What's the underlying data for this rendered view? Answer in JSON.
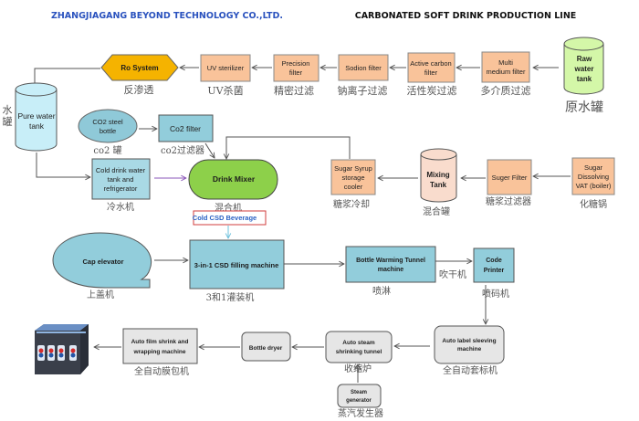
{
  "header": {
    "company": "ZHANGJIAGANG BEYOND TECHNOLOGY CO.,LTD.",
    "title": "CARBONATED SOFT DRINK PRODUCTION LINE"
  },
  "colors": {
    "company": "#2a52be",
    "filter_box": "#f9c39a",
    "ro_system": "#f5b300",
    "teal_box": "#92cddb",
    "drink_mixer": "#8dd04a",
    "raw_tank": "#d4f7a8",
    "pure_tank": "#c8eef8",
    "mixing_tank": "#f9dccd",
    "gray_box": "#e6e6e6",
    "highlight_border": "#d23c3c",
    "highlight_text": "#2a62c4"
  },
  "water_line": {
    "raw_tank": {
      "label": [
        "Raw",
        "water",
        "tank"
      ],
      "cn": "原水罐"
    },
    "multi_medium": {
      "label": [
        "Multi",
        "medium filter"
      ],
      "cn": "多介质过滤"
    },
    "active_carbon": {
      "label": [
        "Active carbon",
        "filter"
      ],
      "cn": "活性炭过滤"
    },
    "sodion": {
      "label": [
        "Sodion filter"
      ],
      "cn": "钠离子过滤"
    },
    "precision": {
      "label": [
        "Precision",
        "filter"
      ],
      "cn": "精密过滤"
    },
    "uv": {
      "label": [
        "UV sterilizer"
      ],
      "cn": "UV杀菌"
    },
    "ro": {
      "label": [
        "Ro System"
      ],
      "cn": "反渗透"
    },
    "pure_tank": {
      "label": [
        "Pure water",
        "tank"
      ],
      "cn": [
        "水",
        "罐"
      ]
    }
  },
  "mixing": {
    "co2_bottle": {
      "label": [
        "CO2 steel",
        "bottle"
      ],
      "cn": "co2 罐"
    },
    "co2_filter": {
      "label": [
        "Co2 filter"
      ],
      "cn": "co2过滤器"
    },
    "cold_water": {
      "label": [
        "Cold drink water",
        "tank and",
        "refrigerator"
      ],
      "cn": "冷水机"
    },
    "drink_mixer": {
      "label": [
        "Drink Mixer"
      ],
      "cn": "混合机"
    },
    "cold_csd": "Cold CSD Beverage"
  },
  "sugar_line": {
    "sugar_vat": {
      "label": [
        "Sugar",
        "Dissolving",
        "VAT (boiler)"
      ],
      "cn": "化糖锅"
    },
    "sugar_filter": {
      "label": [
        "Suger Filter"
      ],
      "cn": "糖浆过滤器"
    },
    "mixing_tank": {
      "label": [
        "Mixing",
        "Tank"
      ],
      "cn": "混合罐"
    },
    "syrup_cooler": {
      "label": [
        "Sugar Syrup",
        "storage",
        "cooler"
      ],
      "cn": "糖浆冷却"
    }
  },
  "filling_line": {
    "cap_elevator": {
      "label": [
        "Cap elevator"
      ],
      "cn": "上盖机"
    },
    "filling": {
      "label": [
        "3-in-1 CSD filling machine"
      ],
      "cn": "3和1灌装机"
    },
    "warming": {
      "label": [
        "Bottle Warming   Tunnel",
        "machine"
      ],
      "cn": "喷淋"
    },
    "blow_dryer_cn": "吹干机",
    "code_printer": {
      "label": [
        "Code",
        "Printer"
      ],
      "cn": "喷码机"
    }
  },
  "packing_line": {
    "label_sleeving": {
      "label": [
        "Auto label sleeving",
        "machine"
      ],
      "cn": "全自动套标机"
    },
    "steam_tunnel": {
      "label": [
        "Auto steam",
        "shrinking tunnel"
      ],
      "cn": "收缩炉"
    },
    "steam_generator": {
      "label": [
        "Steam",
        "generator"
      ],
      "cn": "蒸汽发生器"
    },
    "bottle_dryer": {
      "label": [
        "Bottle dryer"
      ],
      "cn": ""
    },
    "film_wrapping": {
      "label": [
        "Auto film shrink and",
        "wrapping machine"
      ],
      "cn": "全自动膜包机"
    },
    "product_image": "packaged-bottles-image"
  }
}
